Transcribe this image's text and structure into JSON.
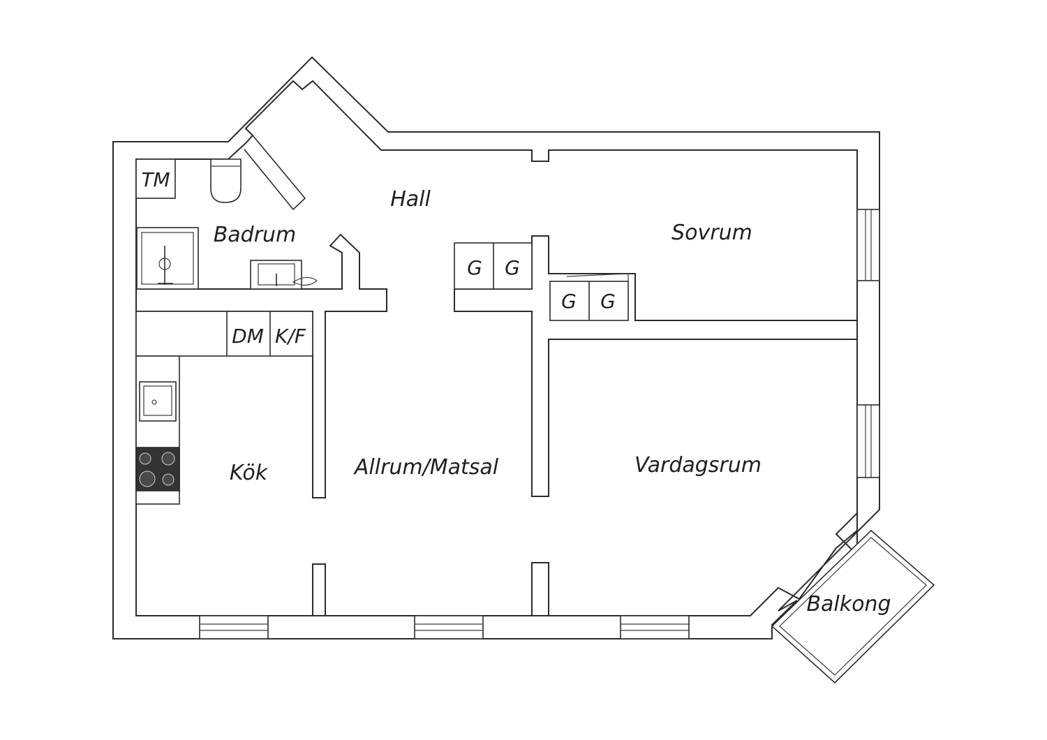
{
  "rooms": {
    "hall": "Hall",
    "badrum": "Badrum",
    "sovrum": "Sovrum",
    "kok": "Kök",
    "allrum": "Allrum/Matsal",
    "vardagsrum": "Vardagsrum",
    "balkong": "Balkong"
  },
  "fixtures": {
    "tm": "TM",
    "dm": "DM",
    "kf": "K/F",
    "g": "G"
  }
}
